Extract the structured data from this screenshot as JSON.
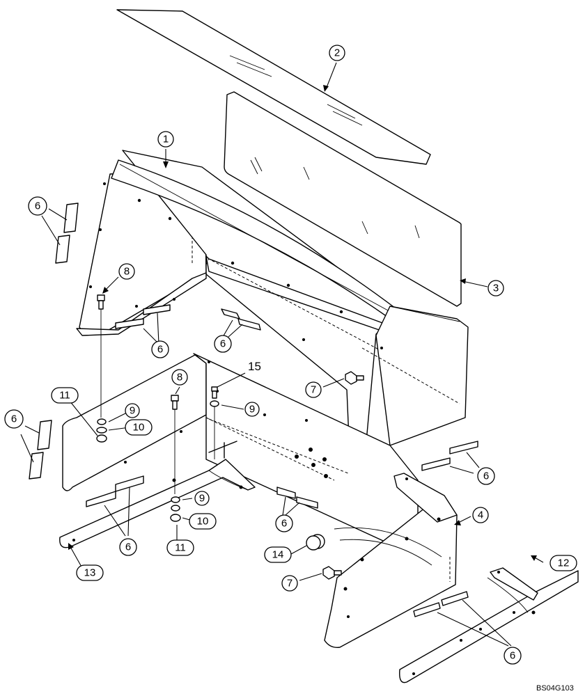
{
  "callouts": [
    {
      "id": "c1",
      "label": "1"
    },
    {
      "id": "c2",
      "label": "2"
    },
    {
      "id": "c3",
      "label": "3"
    },
    {
      "id": "c4",
      "label": "4"
    },
    {
      "id": "c6a",
      "label": "6"
    },
    {
      "id": "c6b",
      "label": "6"
    },
    {
      "id": "c6c",
      "label": "6"
    },
    {
      "id": "c6d",
      "label": "6"
    },
    {
      "id": "c6e",
      "label": "6"
    },
    {
      "id": "c6f",
      "label": "6"
    },
    {
      "id": "c6g",
      "label": "6"
    },
    {
      "id": "c6h",
      "label": "6"
    },
    {
      "id": "c7a",
      "label": "7"
    },
    {
      "id": "c7b",
      "label": "7"
    },
    {
      "id": "c8a",
      "label": "8"
    },
    {
      "id": "c8b",
      "label": "8"
    },
    {
      "id": "c9a",
      "label": "9"
    },
    {
      "id": "c9b",
      "label": "9"
    },
    {
      "id": "c9c",
      "label": "9"
    },
    {
      "id": "c10a",
      "label": "10"
    },
    {
      "id": "c10b",
      "label": "10"
    },
    {
      "id": "c11a",
      "label": "11"
    },
    {
      "id": "c11b",
      "label": "11"
    },
    {
      "id": "c12",
      "label": "12"
    },
    {
      "id": "c13",
      "label": "13"
    },
    {
      "id": "c14",
      "label": "14"
    }
  ],
  "plain_label_15": "15",
  "figure_reference": "BS04G103"
}
